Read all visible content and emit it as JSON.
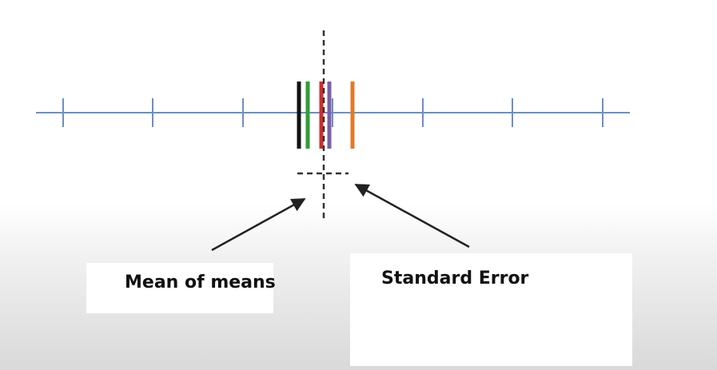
{
  "diagram": {
    "labels": {
      "mean_of_means": "Mean of means",
      "standard_error": "Standard Error"
    },
    "colors": {
      "number_line": "#6d8fc4",
      "guide_lines": "#333333",
      "arrows": "#222222",
      "sample_means": [
        "#111111",
        "#2e9e35",
        "#d62a2a",
        "#7b5ea7",
        "#e07b2a"
      ]
    },
    "number_line_tick_count": 7
  }
}
